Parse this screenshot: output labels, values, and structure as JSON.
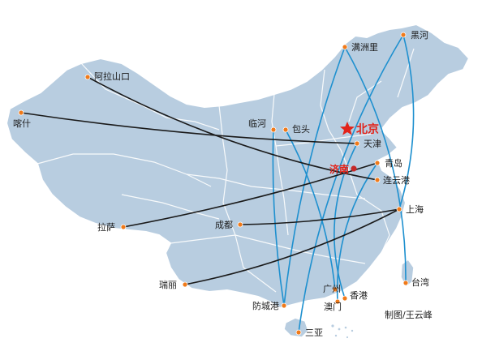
{
  "colors": {
    "land": "#b8cde0",
    "border": "#ffffff",
    "blue_route": "#1e90cf",
    "black_route": "#1a1a1a",
    "city_dot": "#f07a1a",
    "beijing_star": "#e2231a",
    "jinan_dot": "#c62828"
  },
  "cities": [
    {
      "id": "heihe",
      "name": "黑河"
    },
    {
      "id": "manzhouli",
      "name": "满洲里"
    },
    {
      "id": "alashankou",
      "name": "阿拉山口"
    },
    {
      "id": "kashi",
      "name": "喀什"
    },
    {
      "id": "linhe",
      "name": "临河"
    },
    {
      "id": "baotou",
      "name": "包头"
    },
    {
      "id": "tianjin",
      "name": "天津"
    },
    {
      "id": "qingdao",
      "name": "青岛"
    },
    {
      "id": "lianyungang",
      "name": "连云港"
    },
    {
      "id": "shanghai",
      "name": "上海"
    },
    {
      "id": "lasa",
      "name": "拉萨"
    },
    {
      "id": "chengdu",
      "name": "成都"
    },
    {
      "id": "ruili",
      "name": "瑞丽"
    },
    {
      "id": "guangzhou",
      "name": "广州"
    },
    {
      "id": "xianggang",
      "name": "香港"
    },
    {
      "id": "aomen",
      "name": "澳门"
    },
    {
      "id": "fangchenggang",
      "name": "防城港"
    },
    {
      "id": "taiwan",
      "name": "台湾"
    },
    {
      "id": "sanya",
      "name": "三亚"
    }
  ],
  "hubs": {
    "beijing": "北京",
    "jinan": "济南"
  },
  "credit": "制图/王云峰"
}
